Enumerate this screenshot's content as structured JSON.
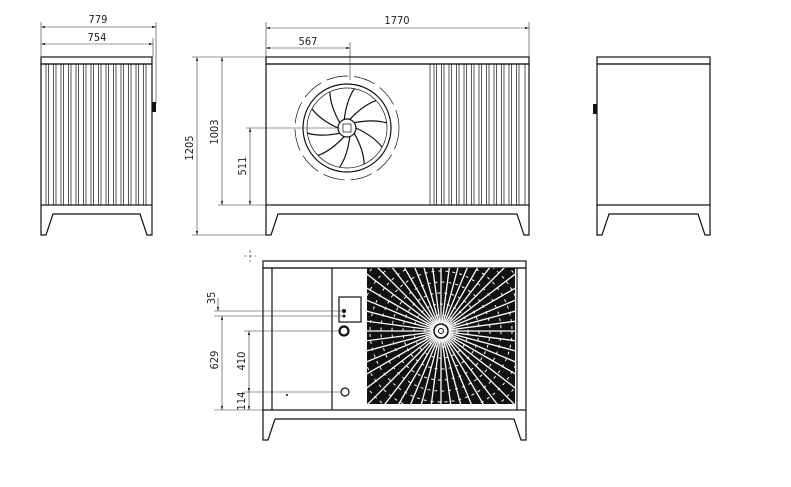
{
  "title": "Heat pump outdoor unit dimensional drawing",
  "views": {
    "side_left": {
      "dims": {
        "overall_depth": "779",
        "body_depth": "754"
      }
    },
    "front": {
      "dims": {
        "overall_width": "1770",
        "fan_center_offset": "567",
        "overall_height": "1205",
        "body_height": "1003",
        "fan_center_height": "511"
      }
    },
    "side_right": {},
    "rear": {
      "dims": {
        "connection_spacing_small": "35",
        "upper_connection_height": "629",
        "connection_spacing": "410",
        "lower_connection_height": "114"
      }
    }
  },
  "colors": {
    "line": "#111111",
    "dimension": "#333333"
  }
}
